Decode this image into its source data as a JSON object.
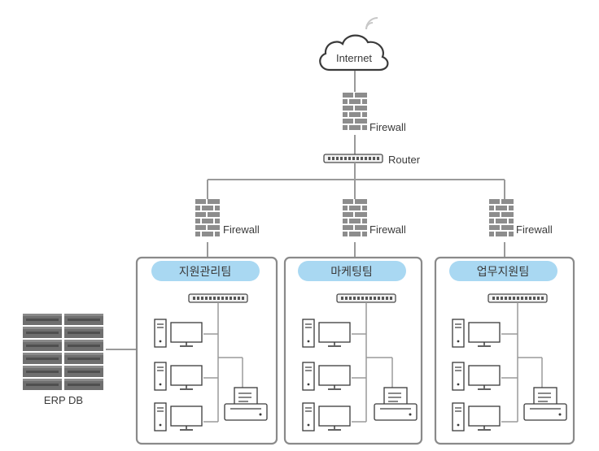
{
  "internet": {
    "label": "Internet",
    "icon": "cloud-icon",
    "signal_icon": "wifi-signal-icon"
  },
  "main_firewall": {
    "label": "Firewall",
    "icon": "brick-firewall-icon"
  },
  "router": {
    "label": "Router",
    "icon": "router-icon"
  },
  "erp": {
    "label": "ERP DB",
    "icon": "server-rack-icon"
  },
  "departments": [
    {
      "name": "지원관리팀",
      "firewall_label": "Firewall"
    },
    {
      "name": "마케팅팀",
      "firewall_label": "Firewall"
    },
    {
      "name": "업무지원팀",
      "firewall_label": "Firewall"
    }
  ],
  "colors": {
    "line": "#9a9a9a",
    "badge": "#a9d8f2",
    "brick": "#8d8d8d",
    "box_border": "#8a8a8a",
    "text": "#3a3a3a"
  }
}
